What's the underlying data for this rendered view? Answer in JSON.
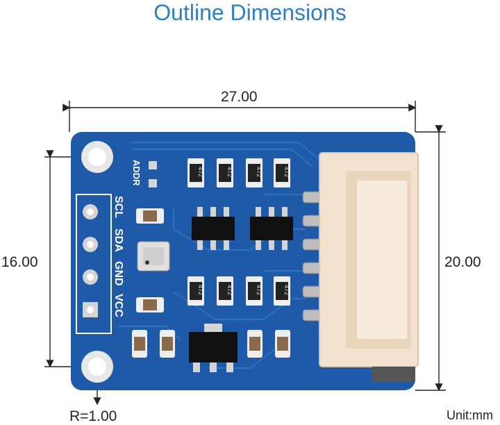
{
  "title": "Outline Dimensions",
  "dimensions": {
    "width": "27.00",
    "hole_spacing": "16.00",
    "height": "20.00",
    "radius": "R=1.00"
  },
  "unit": "Unit:mm",
  "board": {
    "labels": {
      "addr": "ADDR",
      "pins": [
        "SCL",
        "SDA",
        "GND",
        "VCC"
      ],
      "resistor": "472"
    },
    "colors": {
      "pcb": "#1f5aa8",
      "pcb_trace": "#2d6fc0",
      "connector": "#f3e3d0",
      "pad": "#d4d4d4"
    }
  }
}
